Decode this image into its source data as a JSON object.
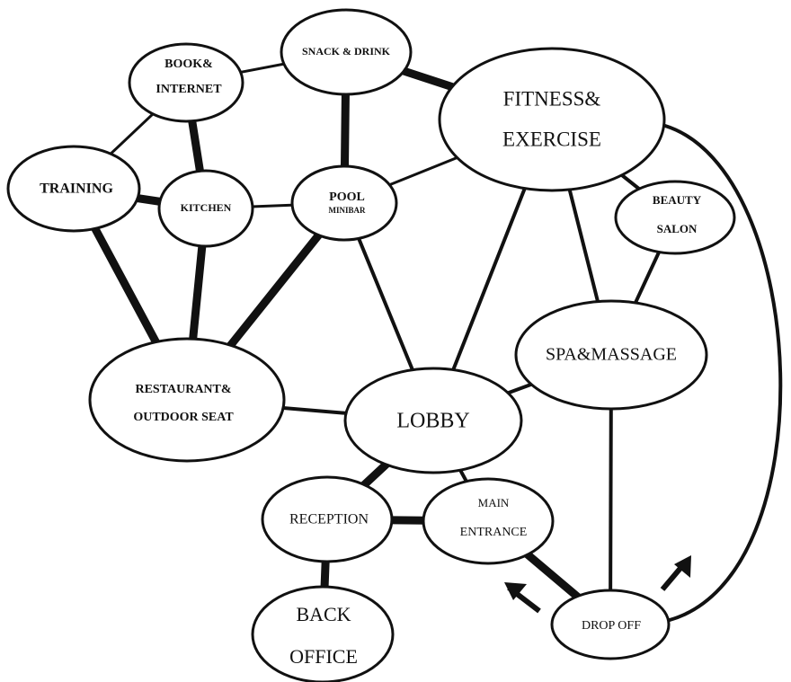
{
  "nodes": {
    "book_internet": [
      "BOOK&",
      "INTERNET"
    ],
    "snack_drink": [
      "SNACK & DRINK"
    ],
    "fitness_exercise": [
      "FITNESS&",
      "EXERCISE"
    ],
    "training": [
      "TRAINING"
    ],
    "kitchen": [
      "KITCHEN"
    ],
    "pool_minibar": [
      "POOL",
      "MINIBAR"
    ],
    "beauty_salon": [
      "BEAUTY",
      "SALON"
    ],
    "spa_massage": [
      "SPA&MASSAGE"
    ],
    "restaurant_outdoor": [
      "RESTAURANT&",
      "OUTDOOR SEAT"
    ],
    "lobby": [
      "LOBBY"
    ],
    "reception": [
      "RECEPTION"
    ],
    "main_entrance": [
      "MAIN",
      "ENTRANCE"
    ],
    "back_office": [
      "BACK",
      "OFFICE"
    ],
    "drop_off": [
      "DROP OFF"
    ]
  },
  "links": [
    {
      "from": "book_internet",
      "to": "snack_drink",
      "weight": "thin"
    },
    {
      "from": "snack_drink",
      "to": "fitness_exercise",
      "weight": "thick"
    },
    {
      "from": "snack_drink",
      "to": "pool_minibar",
      "weight": "thick"
    },
    {
      "from": "book_internet",
      "to": "training",
      "weight": "thin"
    },
    {
      "from": "book_internet",
      "to": "kitchen",
      "weight": "thick"
    },
    {
      "from": "training",
      "to": "kitchen",
      "weight": "thick"
    },
    {
      "from": "kitchen",
      "to": "pool_minibar",
      "weight": "thin"
    },
    {
      "from": "pool_minibar",
      "to": "fitness_exercise",
      "weight": "thin"
    },
    {
      "from": "training",
      "to": "restaurant_outdoor",
      "weight": "thick"
    },
    {
      "from": "kitchen",
      "to": "restaurant_outdoor",
      "weight": "thick"
    },
    {
      "from": "pool_minibar",
      "to": "restaurant_outdoor",
      "weight": "thick"
    },
    {
      "from": "pool_minibar",
      "to": "lobby",
      "weight": "medium"
    },
    {
      "from": "fitness_exercise",
      "to": "lobby",
      "weight": "medium"
    },
    {
      "from": "fitness_exercise",
      "to": "spa_massage",
      "weight": "medium"
    },
    {
      "from": "fitness_exercise",
      "to": "beauty_salon",
      "weight": "medium"
    },
    {
      "from": "beauty_salon",
      "to": "spa_massage",
      "weight": "medium"
    },
    {
      "from": "restaurant_outdoor",
      "to": "lobby",
      "weight": "medium"
    },
    {
      "from": "lobby",
      "to": "spa_massage",
      "weight": "medium"
    },
    {
      "from": "lobby",
      "to": "reception",
      "weight": "thick"
    },
    {
      "from": "lobby",
      "to": "main_entrance",
      "weight": "medium"
    },
    {
      "from": "reception",
      "to": "main_entrance",
      "weight": "thick"
    },
    {
      "from": "reception",
      "to": "back_office",
      "weight": "thick"
    },
    {
      "from": "main_entrance",
      "to": "drop_off",
      "weight": "thick"
    },
    {
      "from": "spa_massage",
      "to": "drop_off",
      "weight": "medium"
    },
    {
      "from": "fitness_exercise",
      "to": "drop_off",
      "weight": "medium",
      "curved": true
    }
  ],
  "arrows": [
    {
      "name": "arrow-to-main-entrance",
      "direction": "up-left"
    },
    {
      "name": "arrow-to-spa",
      "direction": "up-right"
    }
  ],
  "colors": {
    "ink": "#111111",
    "background": "#ffffff"
  }
}
